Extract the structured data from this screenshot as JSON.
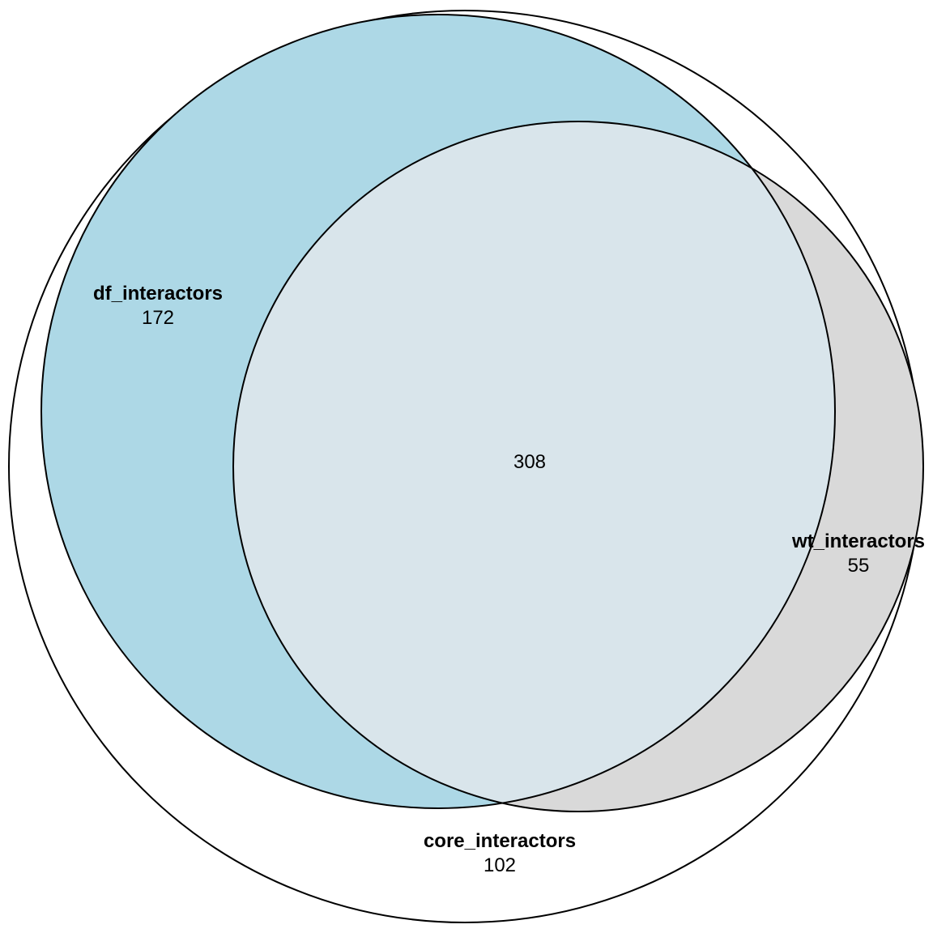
{
  "diagram": {
    "type": "venn",
    "sets": [
      {
        "id": "core",
        "name": "core_interactors",
        "count": "102",
        "fill": "#ffffff"
      },
      {
        "id": "df",
        "name": "df_interactors",
        "count": "172",
        "fill": "#add8e6"
      },
      {
        "id": "wt",
        "name": "wt_interactors",
        "count": "55",
        "fill": "#d9d9d9"
      }
    ],
    "intersection": {
      "label": "308",
      "fill": "#d9e5eb"
    },
    "stroke": "#000000"
  }
}
